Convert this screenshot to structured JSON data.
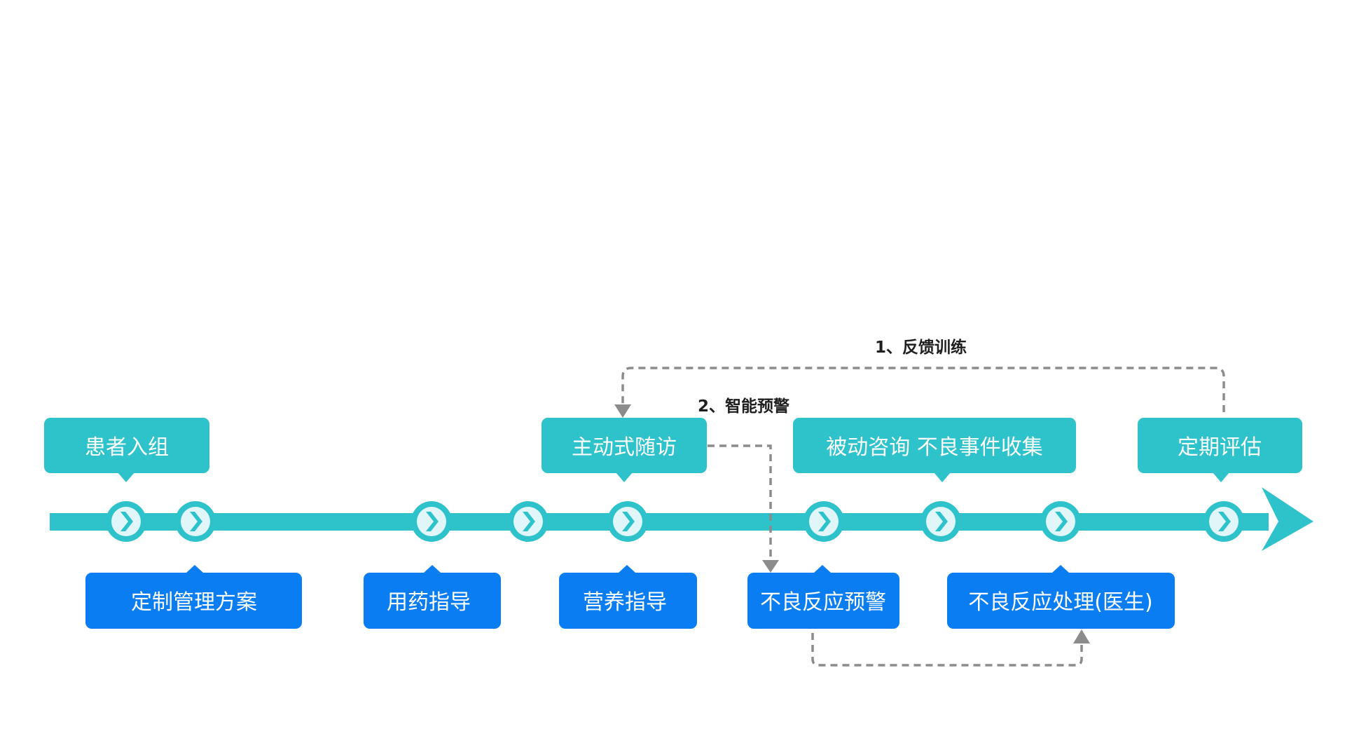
{
  "colors": {
    "timeline": "#2ec2cb",
    "top_box": "#2ec2cb",
    "bottom_box": "#0a7df2",
    "node_fill": "#e1f6f8",
    "node_chevron": "#2ec2cb",
    "connector": "#8c8c8c",
    "note_text": "#1f1f1f"
  },
  "timeline": {
    "node_count": 9,
    "node_icon": "chevron-right-icon"
  },
  "top_labels": [
    {
      "id": "enroll",
      "text": "患者入组"
    },
    {
      "id": "active-followup",
      "text": "主动式随访"
    },
    {
      "id": "passive-consult",
      "text": "被动咨询 不良事件收集"
    },
    {
      "id": "periodic-eval",
      "text": "定期评估"
    }
  ],
  "bottom_labels": [
    {
      "id": "custom-plan",
      "text": "定制管理方案"
    },
    {
      "id": "medication",
      "text": "用药指导"
    },
    {
      "id": "nutrition",
      "text": "营养指导"
    },
    {
      "id": "adverse-warning",
      "text": "不良反应预警"
    },
    {
      "id": "adverse-handling",
      "text": "不良反应处理(医生)"
    }
  ],
  "annotations": {
    "feedback_training": "1、反馈训练",
    "smart_warning": "2、智能预警"
  }
}
